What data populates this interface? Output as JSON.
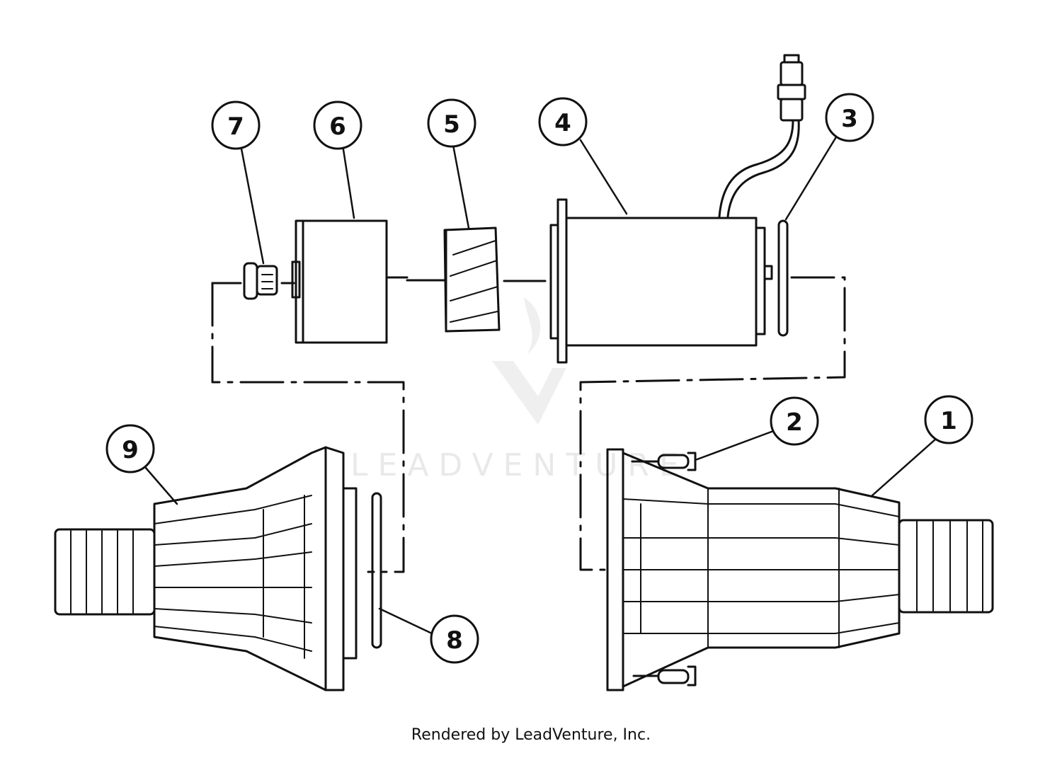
{
  "callouts": [
    {
      "id": "1",
      "label": "1"
    },
    {
      "id": "2",
      "label": "2"
    },
    {
      "id": "3",
      "label": "3"
    },
    {
      "id": "4",
      "label": "4"
    },
    {
      "id": "5",
      "label": "5"
    },
    {
      "id": "6",
      "label": "6"
    },
    {
      "id": "7",
      "label": "7"
    },
    {
      "id": "8",
      "label": "8"
    },
    {
      "id": "9",
      "label": "9"
    }
  ],
  "watermark": {
    "text": "LEADVENTURE"
  },
  "footer": {
    "credit": "Rendered by LeadVenture, Inc."
  },
  "colors": {
    "ink": "#111111",
    "watermark": "#e9e9e9",
    "background": "#ffffff"
  }
}
